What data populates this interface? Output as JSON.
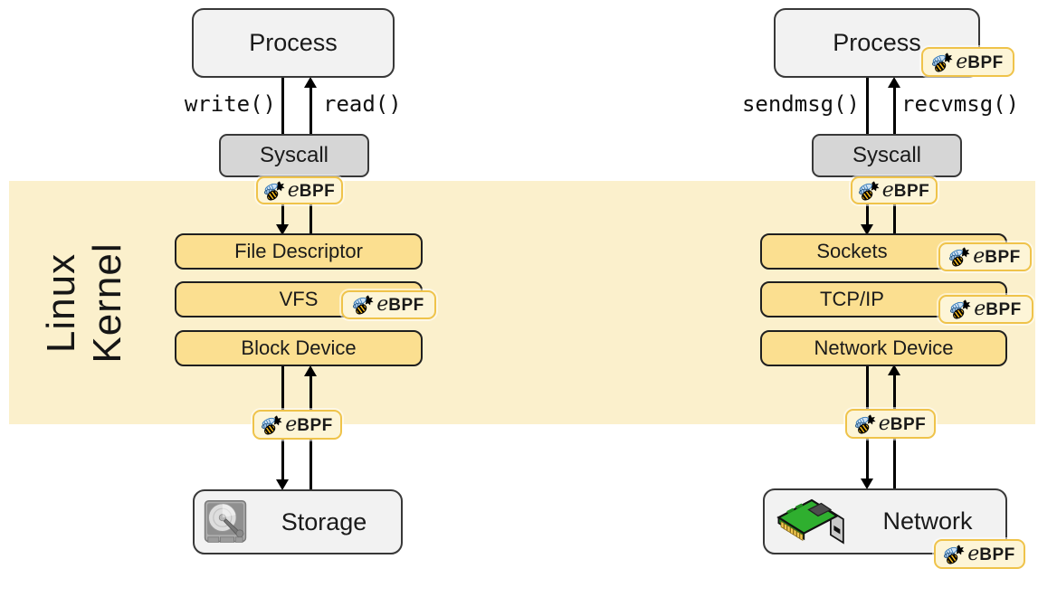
{
  "kernel": {
    "line1": "Linux",
    "line2": "Kernel"
  },
  "ebpf": {
    "e": "e",
    "bpf": "BPF"
  },
  "storage_path": {
    "process": "Process",
    "syscall": "Syscall",
    "down_call": "write()",
    "up_call": "read()",
    "layers": [
      "File Descriptor",
      "VFS",
      "Block Device"
    ],
    "endpoint": "Storage"
  },
  "network_path": {
    "process": "Process",
    "syscall": "Syscall",
    "down_call": "sendmsg()",
    "up_call": "recvmsg()",
    "layers": [
      "Sockets",
      "TCP/IP",
      "Network Device"
    ],
    "endpoint": "Network"
  },
  "icons": {
    "bee": "ebpf-bee-logo",
    "storage": "hard-disk-icon",
    "network": "network-card-icon"
  },
  "colors": {
    "kernel_band": "#FBF0CC",
    "layer_fill": "#FBDF90",
    "layer_border": "#1F1F1F",
    "process_fill": "#F2F2F2",
    "syscall_fill": "#D6D6D6",
    "box_border": "#383838",
    "badge_fill": "#FDF5D7",
    "badge_border": "#EFC34A",
    "bee_wing_blue": "#9DC3E6",
    "bee_body_yellow": "#FFC21E"
  }
}
